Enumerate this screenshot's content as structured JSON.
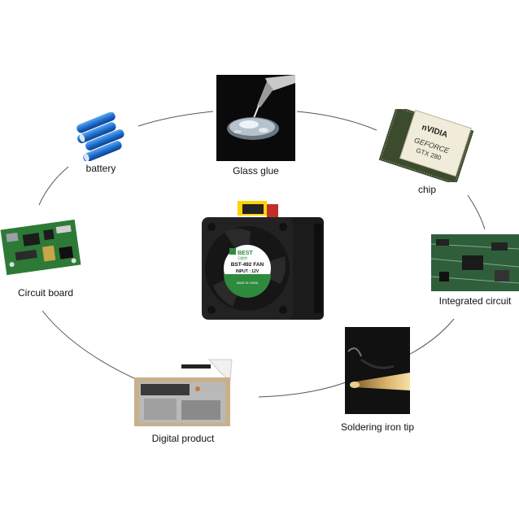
{
  "center_product": {
    "brand": "BEST",
    "brand_cn": "贝斯特",
    "model": "BST-492 FAN",
    "input": "INPUT : 12V",
    "origin": "MADE IN CHINA"
  },
  "applications": [
    {
      "label": "battery"
    },
    {
      "label": "Glass glue"
    },
    {
      "label": "chip"
    },
    {
      "label": "Circuit board"
    },
    {
      "label": "Integrated circuit"
    },
    {
      "label": "Digital product"
    },
    {
      "label": "Soldering iron tip"
    }
  ],
  "chip_text": {
    "brand": "nVIDIA",
    "line1": "GEFORCE",
    "line2": "GTX 280"
  }
}
